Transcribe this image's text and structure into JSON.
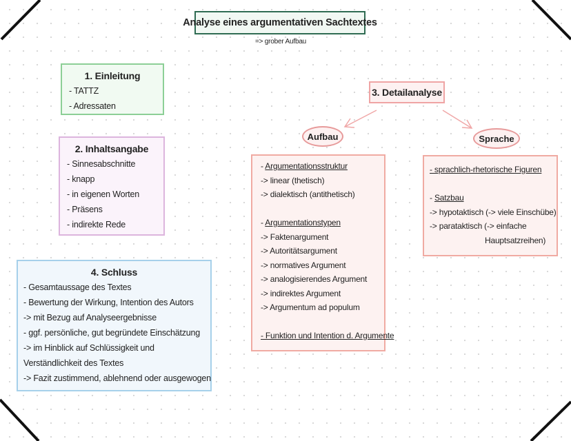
{
  "title": "Analyse eines argumentativen Sachtextes",
  "subtitle": "=> grober Aufbau",
  "colors": {
    "title_border": "#2e6b52",
    "einleitung_border": "#8ccf96",
    "inhalt_border": "#dcb4dd",
    "schluss_border": "#a6d0ea",
    "detail_border": "#efa4a4",
    "arrow": "#f0a7a7"
  },
  "einleitung": {
    "heading": "1. Einleitung",
    "items": [
      "- TATTZ",
      "- Adressaten"
    ]
  },
  "inhaltsangabe": {
    "heading": "2. Inhaltsangabe",
    "items": [
      "- Sinnesabschnitte",
      "- knapp",
      "- in eigenen Worten",
      "- Präsens",
      "- indirekte Rede"
    ]
  },
  "schluss": {
    "heading": "4. Schluss",
    "items": [
      "- Gesamtaussage des Textes",
      "- Bewertung der Wirkung, Intention des Autors",
      "-> mit Bezug auf Analyseergebnisse",
      "- ggf. persönliche, gut begründete Einschätzung",
      "-> im Hinblick auf Schlüssigkeit und",
      "Verständlichkeit des Textes",
      "-> Fazit zustimmend, ablehnend oder ausgewogen"
    ]
  },
  "detailanalyse": {
    "heading": "3. Detailanalyse",
    "aufbau": {
      "label": "Aufbau",
      "struktur_prefix": "- ",
      "struktur_heading": "Argumentationsstruktur",
      "struktur_items": [
        "-> linear (thetisch)",
        "-> dialektisch (antithetisch)"
      ],
      "typen_prefix": "- ",
      "typen_heading": "Argumentationstypen",
      "typen_items": [
        "-> Faktenargument",
        "-> Autoritätsargument",
        "-> normatives Argument",
        "-> analogisierendes Argument",
        "-> indirektes Argument",
        "-> Argumentum ad populum"
      ],
      "funktion": "- Funktion und Intention d. Argumente"
    },
    "sprache": {
      "label": "Sprache",
      "figuren": "- sprachlich-rhetorische Figuren",
      "satzbau_prefix": "- ",
      "satzbau_heading": "Satzbau",
      "satzbau_items": [
        "-> hypotaktisch (-> viele Einschübe)",
        "-> parataktisch (-> einfache"
      ],
      "satzbau_continuation": "Hauptsatzreihen)"
    }
  }
}
